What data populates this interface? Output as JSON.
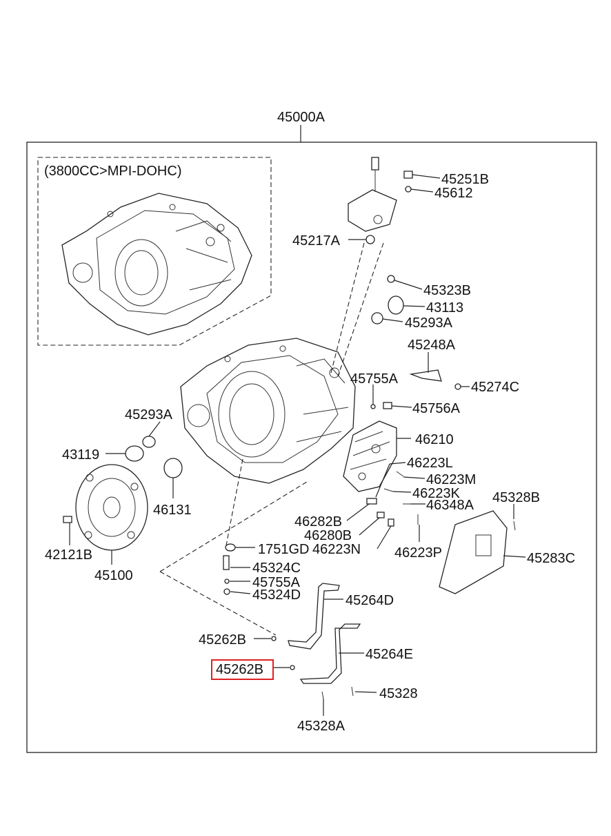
{
  "assembly_number": "45000A",
  "variant_note": "(3800CC>MPI-DOHC)",
  "highlighted_part": "45262B",
  "highlight_color": "#e02020",
  "part_labels": {
    "p45251B": "45251B",
    "p45612": "45612",
    "p45217A": "45217A",
    "p45323B": "45323B",
    "p43113": "43113",
    "p45293A_top": "45293A",
    "p45248A": "45248A",
    "p45755A_top": "45755A",
    "p45274C": "45274C",
    "p45756A": "45756A",
    "p45293A_left": "45293A",
    "p46210": "46210",
    "p43119": "43119",
    "p46223L": "46223L",
    "p46223M": "46223M",
    "p46223K": "46223K",
    "p46131": "46131",
    "p45328B": "45328B",
    "p46348A": "46348A",
    "p46282B": "46282B",
    "p46280B": "46280B",
    "p42121B": "42121B",
    "p1751GD": "1751GD",
    "p46223N": "46223N",
    "p46223P": "46223P",
    "p45283C": "45283C",
    "p45100": "45100",
    "p45324C": "45324C",
    "p45755A_bottom": "45755A",
    "p45324D": "45324D",
    "p45264D": "45264D",
    "p45262B_upper": "45262B",
    "p45264E": "45264E",
    "p45262B_lower": "45262B",
    "p45328": "45328",
    "p45328A": "45328A"
  }
}
